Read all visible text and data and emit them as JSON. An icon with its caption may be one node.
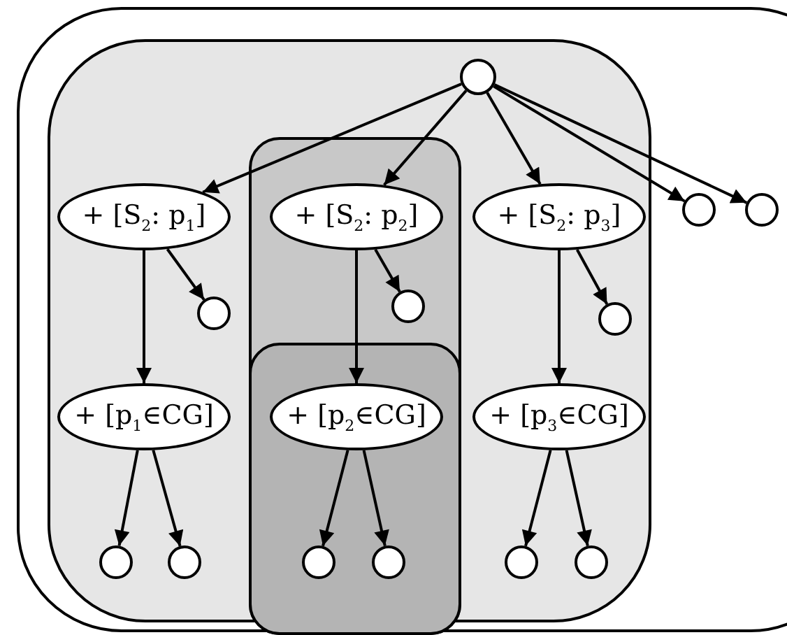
{
  "diagram": {
    "nodes": [
      {
        "text": [],
        "shape": "box"
      },
      {
        "text": [],
        "shape": "box",
        "in": 0
      },
      {
        "text": [],
        "shape": "circle",
        "in": 1
      },
      {
        "text": [],
        "shape": "box",
        "in": 1
      },
      {
        "text": [
          "+ [S$_{2}$: p$_{1}$]"
        ],
        "in": 1
      },
      {
        "text": [
          "+ [S$_{2}$: p$_{2}$]"
        ],
        "in": 3
      },
      {
        "text": [
          "+ [S$_{2}$: p$_{3}$]"
        ],
        "in": 1
      },
      {
        "text": [],
        "shape": "circle",
        "in": 0
      },
      {
        "text": [],
        "shape": "circle",
        "in": 0
      },
      {
        "text": [],
        "shape": "circle",
        "in": 1
      },
      {
        "text": [],
        "shape": "circle",
        "in": 3
      },
      {
        "text": [],
        "shape": "circle",
        "in": 1
      },
      {
        "text": [],
        "shape": "box",
        "in": 3
      },
      {
        "text": [
          "+ [p$_{1}$∈CG]"
        ],
        "in": 1
      },
      {
        "text": [
          "+ [p$_{2}$∈CG]"
        ],
        "in": 12
      },
      {
        "text": [
          "+ [p$_{3}$∈CG]"
        ],
        "in": 1
      },
      {
        "text": [],
        "shape": "circle",
        "in": 1
      },
      {
        "text": [],
        "shape": "circle",
        "in": 1
      },
      {
        "text": [],
        "shape": "circle",
        "in": 12
      },
      {
        "text": [],
        "shape": "circle",
        "in": 12
      },
      {
        "text": [],
        "shape": "circle",
        "in": 1
      },
      {
        "text": [],
        "shape": "circle",
        "in": 1
      }
    ],
    "edges": [
      {
        "from": 2,
        "to": 4,
        "arrow": "to"
      },
      {
        "from": 2,
        "to": 5,
        "arrow": "to"
      },
      {
        "from": 2,
        "to": 6,
        "arrow": "to"
      },
      {
        "from": 2,
        "to": 7,
        "arrow": "to"
      },
      {
        "from": 2,
        "to": 8,
        "arrow": "to"
      },
      {
        "from": 4,
        "to": 9,
        "arrow": "to"
      },
      {
        "from": 4,
        "to": 13,
        "arrow": "to"
      },
      {
        "from": 5,
        "to": 10,
        "arrow": "to"
      },
      {
        "from": 5,
        "to": 14,
        "arrow": "to"
      },
      {
        "from": 6,
        "to": 11,
        "arrow": "to"
      },
      {
        "from": 6,
        "to": 15,
        "arrow": "to"
      },
      {
        "from": 13,
        "to": 16,
        "arrow": "to"
      },
      {
        "from": 13,
        "to": 17,
        "arrow": "to"
      },
      {
        "from": 14,
        "to": 18,
        "arrow": "to"
      },
      {
        "from": 14,
        "to": 19,
        "arrow": "to"
      },
      {
        "from": 15,
        "to": 20,
        "arrow": "to"
      },
      {
        "from": 15,
        "to": 21,
        "arrow": "to"
      }
    ]
  }
}
